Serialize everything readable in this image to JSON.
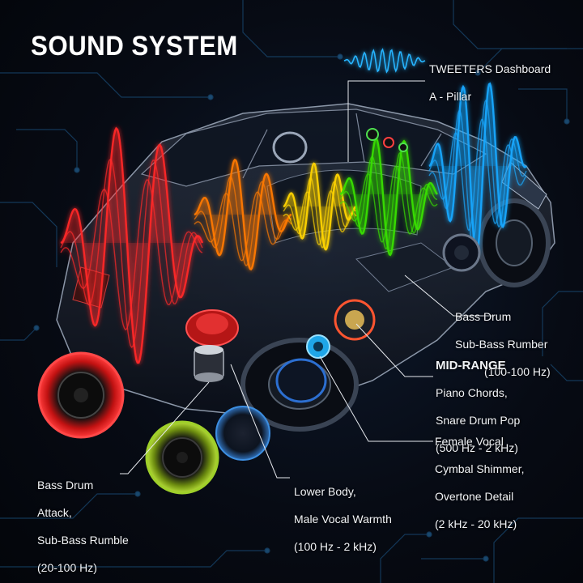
{
  "title": "SOUND SYSTEM",
  "labels": {
    "tweeters_line1": "TWEETERS Dashboard",
    "tweeters_line2": "A - Pillar",
    "bass_top_line1": "Bass Drum",
    "bass_top_line2": "Sub-Bass Rumber",
    "bass_top_line3": "(100-100 Hz)",
    "midrange_heading": "MID-RANGE",
    "midrange_line1": "Piano Chords,",
    "midrange_line2": "Snare Drum Pop",
    "midrange_line3": "(500 Hz - 2 kHz)",
    "female_line1": "Female Vocal",
    "female_line2": "Cymbal Shimmer,",
    "female_line3": "Overtone Detail",
    "female_line4": "(2 kHz - 20 kHz)",
    "bass_left_line1": "Bass Drum",
    "bass_left_line2": "Attack,",
    "bass_left_line3": "Sub-Bass Rumble",
    "bass_left_line4": "(20-100 Hz)",
    "lower_line1": "Lower Body,",
    "lower_line2": "Male Vocal Warmth",
    "lower_line3": "(100 Hz - 2 kHz)"
  },
  "colors": {
    "bass": "#ff2a2a",
    "lowmid": "#ff7a00",
    "mid": "#ffd400",
    "upper": "#38e000",
    "treble": "#1aa8ff",
    "circuit": "#2a7bb8"
  },
  "icons": [
    "subwoofer-speaker-icon",
    "woofer-speaker-icon",
    "midrange-speaker-icon",
    "tweeter-icon",
    "car-outline-icon",
    "sound-wave-icon"
  ]
}
